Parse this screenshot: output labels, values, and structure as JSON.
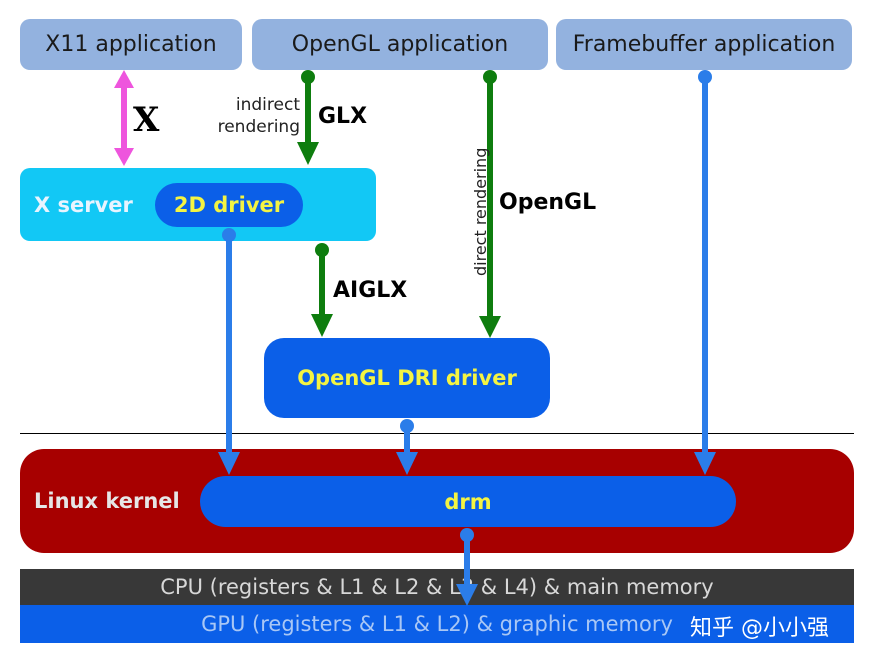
{
  "apps": {
    "x11": "X11 application",
    "opengl": "OpenGL application",
    "framebuffer": "Framebuffer application"
  },
  "x_server": {
    "label": "X server",
    "driver": "2D driver"
  },
  "dri_driver": "OpenGL DRI driver",
  "kernel": {
    "label": "Linux kernel",
    "drm": "drm"
  },
  "labels": {
    "x": "X",
    "indirect": "indirect",
    "rendering": "rendering",
    "glx": "GLX",
    "aiglx": "AIGLX",
    "direct_rendering": "direct rendering",
    "opengl": "OpenGL"
  },
  "cpu_bar": "CPU (registers  &  L1  &  L2  &  L3  &  L4) & main memory",
  "gpu_bar": "GPU (registers  &  L1  &  L2) & graphic memory",
  "watermark": "知乎 @小小强",
  "colors": {
    "app_box": "#93b2df",
    "x_server": "#12c8f5",
    "driver_blue": "#0b5fe8",
    "kernel": "#a70000",
    "cpu_bar": "#383838",
    "gpu_bar": "#0b5fe8",
    "green_arrow": "#0e7d0e",
    "blue_arrow": "#2b7de9",
    "pink_arrow": "#ee55dd",
    "driver_text": "#f4f442"
  }
}
